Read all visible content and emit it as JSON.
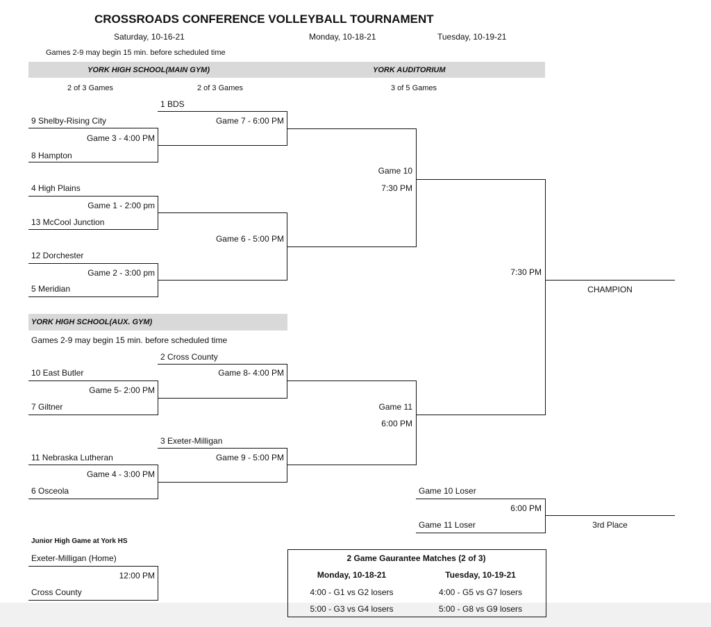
{
  "header": {
    "title": "CROSSROADS CONFERENCE VOLLEYBALL TOURNAMENT",
    "date_sat": "Saturday, 10-16-21",
    "date_mon": "Monday, 10-18-21",
    "date_tue": "Tuesday, 10-19-21",
    "early_note": "Games 2-9 may begin 15 min. before scheduled time"
  },
  "venues": {
    "main_gym": "YORK HIGH SCHOOL(MAIN GYM)",
    "auditorium": "YORK AUDITORIUM",
    "aux_gym": "YORK HIGH SCHOOL(AUX. GYM)",
    "aux_note": "Games 2-9 may begin 15 min. before scheduled time"
  },
  "formats": {
    "round1": "2 of 3 Games",
    "round2": "2 of 3 Games",
    "semis": "3 of 5 Games"
  },
  "teams": {
    "t1": "1 BDS",
    "t9": "9 Shelby-Rising City",
    "t8": "8 Hampton",
    "t4": "4 High Plains",
    "t13": "13 McCool Junction",
    "t12": "12 Dorchester",
    "t5": "5 Meridian",
    "t2": "2 Cross County",
    "t10": "10 East Butler",
    "t7": "7 Giltner",
    "t3": "3 Exeter-Milligan",
    "t11": "11 Nebraska Lutheran",
    "t6": "6 Osceola"
  },
  "games": {
    "g3": "Game 3 - 4:00 PM",
    "g1": "Game 1 - 2:00 pm",
    "g2": "Game 2 - 3:00 pm",
    "g7": "Game 7 - 6:00 PM",
    "g6": "Game 6 - 5:00 PM",
    "g5": "Game 5- 2:00 PM",
    "g4": "Game 4 - 3:00 PM",
    "g8": "Game 8- 4:00 PM",
    "g9": "Game 9 - 5:00 PM",
    "g10": "Game 10",
    "g10_time": "7:30 PM",
    "g11": "Game 11",
    "g11_time": "6:00 PM",
    "final_time": "7:30 PM",
    "champion": "CHAMPION",
    "g10_loser": "Game 10 Loser",
    "g11_loser": "Game 11 Loser",
    "third_time": "6:00 PM",
    "third_place": "3rd Place"
  },
  "junior_high": {
    "title": "Junior High Game at York HS",
    "home": "Exeter-Milligan (Home)",
    "time": "12:00 PM",
    "away": "Cross County"
  },
  "guarantee": {
    "title": "2 Game Gaurantee Matches (2 of 3)",
    "mon_head": "Monday, 10-18-21",
    "tue_head": "Tuesday, 10-19-21",
    "mon_1": "4:00 - G1 vs G2 losers",
    "mon_2": "5:00 - G3 vs G4 losers",
    "tue_1": "4:00 - G5 vs G7 losers",
    "tue_2": "5:00 - G8 vs G9 losers"
  }
}
